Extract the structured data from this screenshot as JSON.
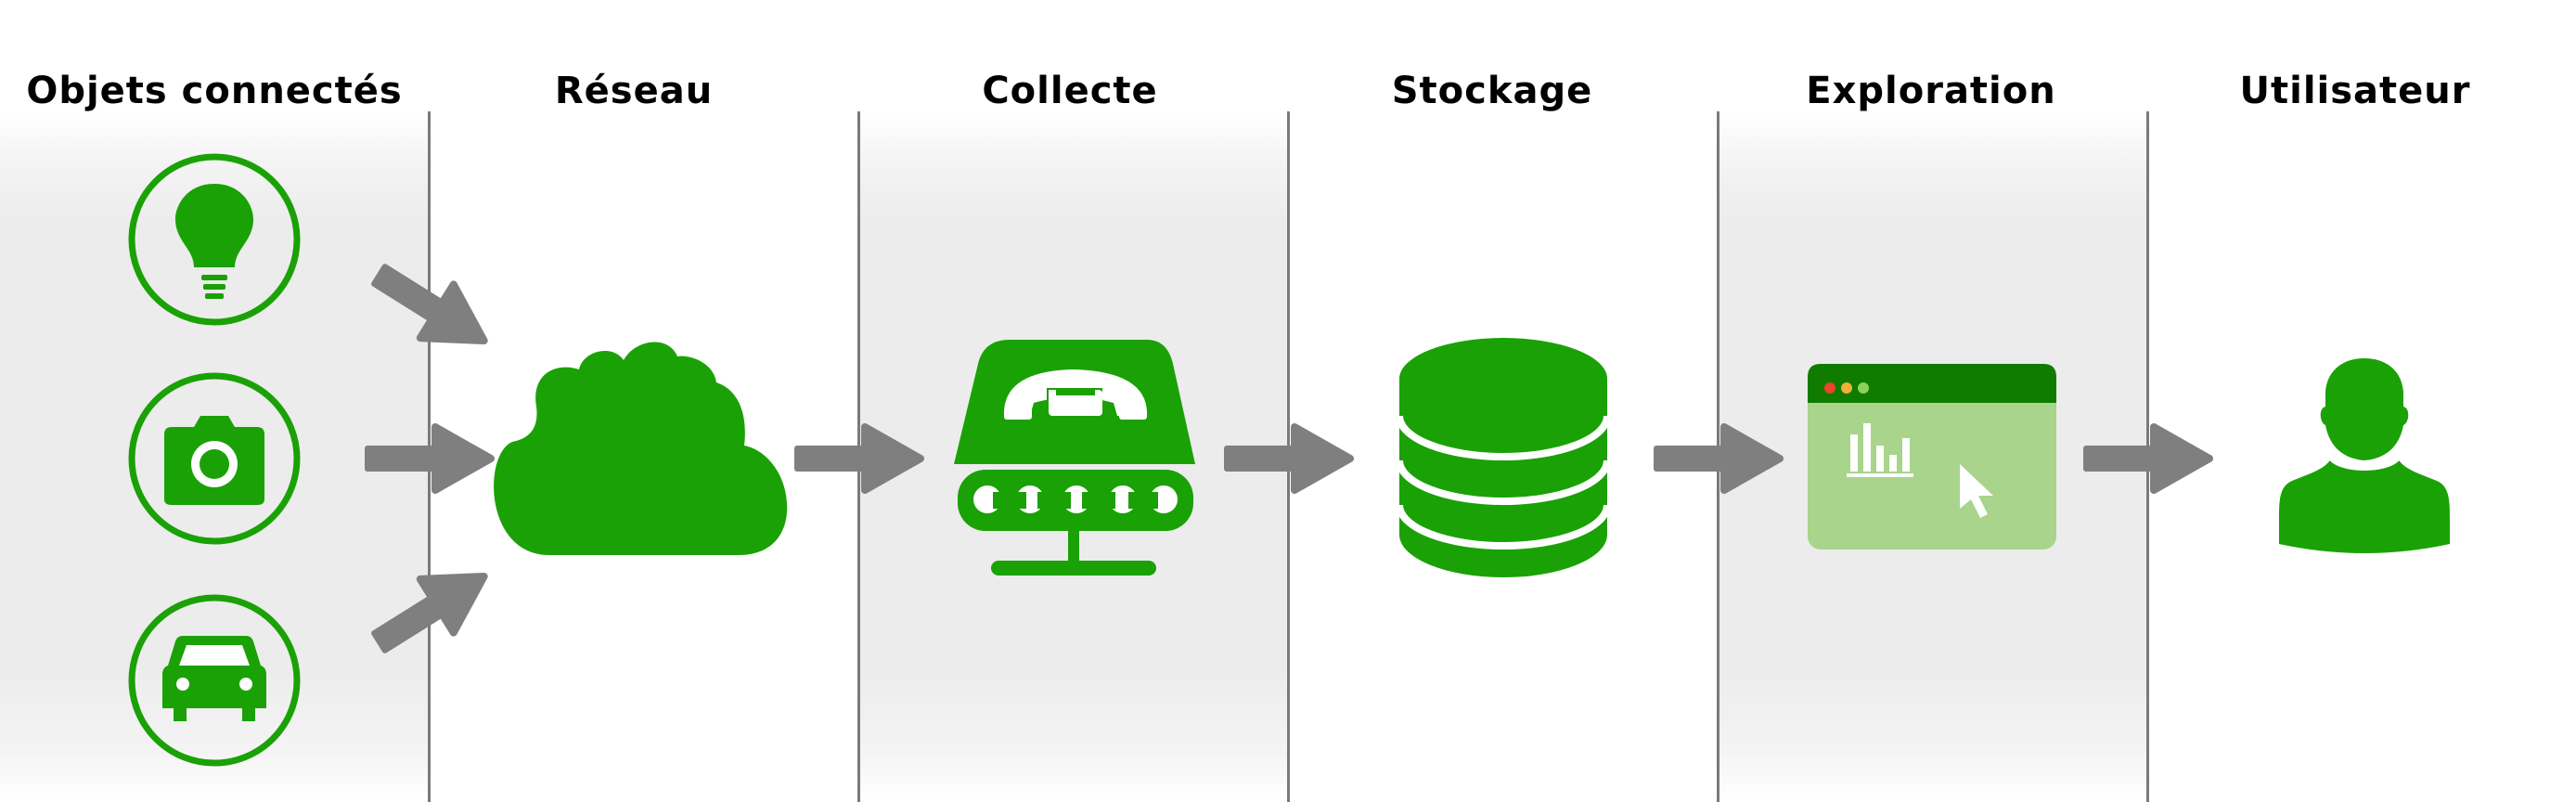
{
  "stages": [
    {
      "title": "Objets connectés",
      "icon": "iot-devices-icons"
    },
    {
      "title": "Réseau",
      "icon": "cloud-icon"
    },
    {
      "title": "Collecte",
      "icon": "data-collector-icon"
    },
    {
      "title": "Stockage",
      "icon": "database-icon"
    },
    {
      "title": "Exploration",
      "icon": "dashboard-window-icon"
    },
    {
      "title": "Utilisateur",
      "icon": "user-icon"
    }
  ],
  "devices": [
    "lightbulb-icon",
    "camera-icon",
    "car-icon"
  ],
  "colors": {
    "accent": "#1aa106",
    "accent_light": "#a8d48c",
    "window_bar": "#0f7c00",
    "arrow": "#7f7f7f",
    "band": "#ececec",
    "divider": "#7a7a7a",
    "text": "#000000"
  }
}
